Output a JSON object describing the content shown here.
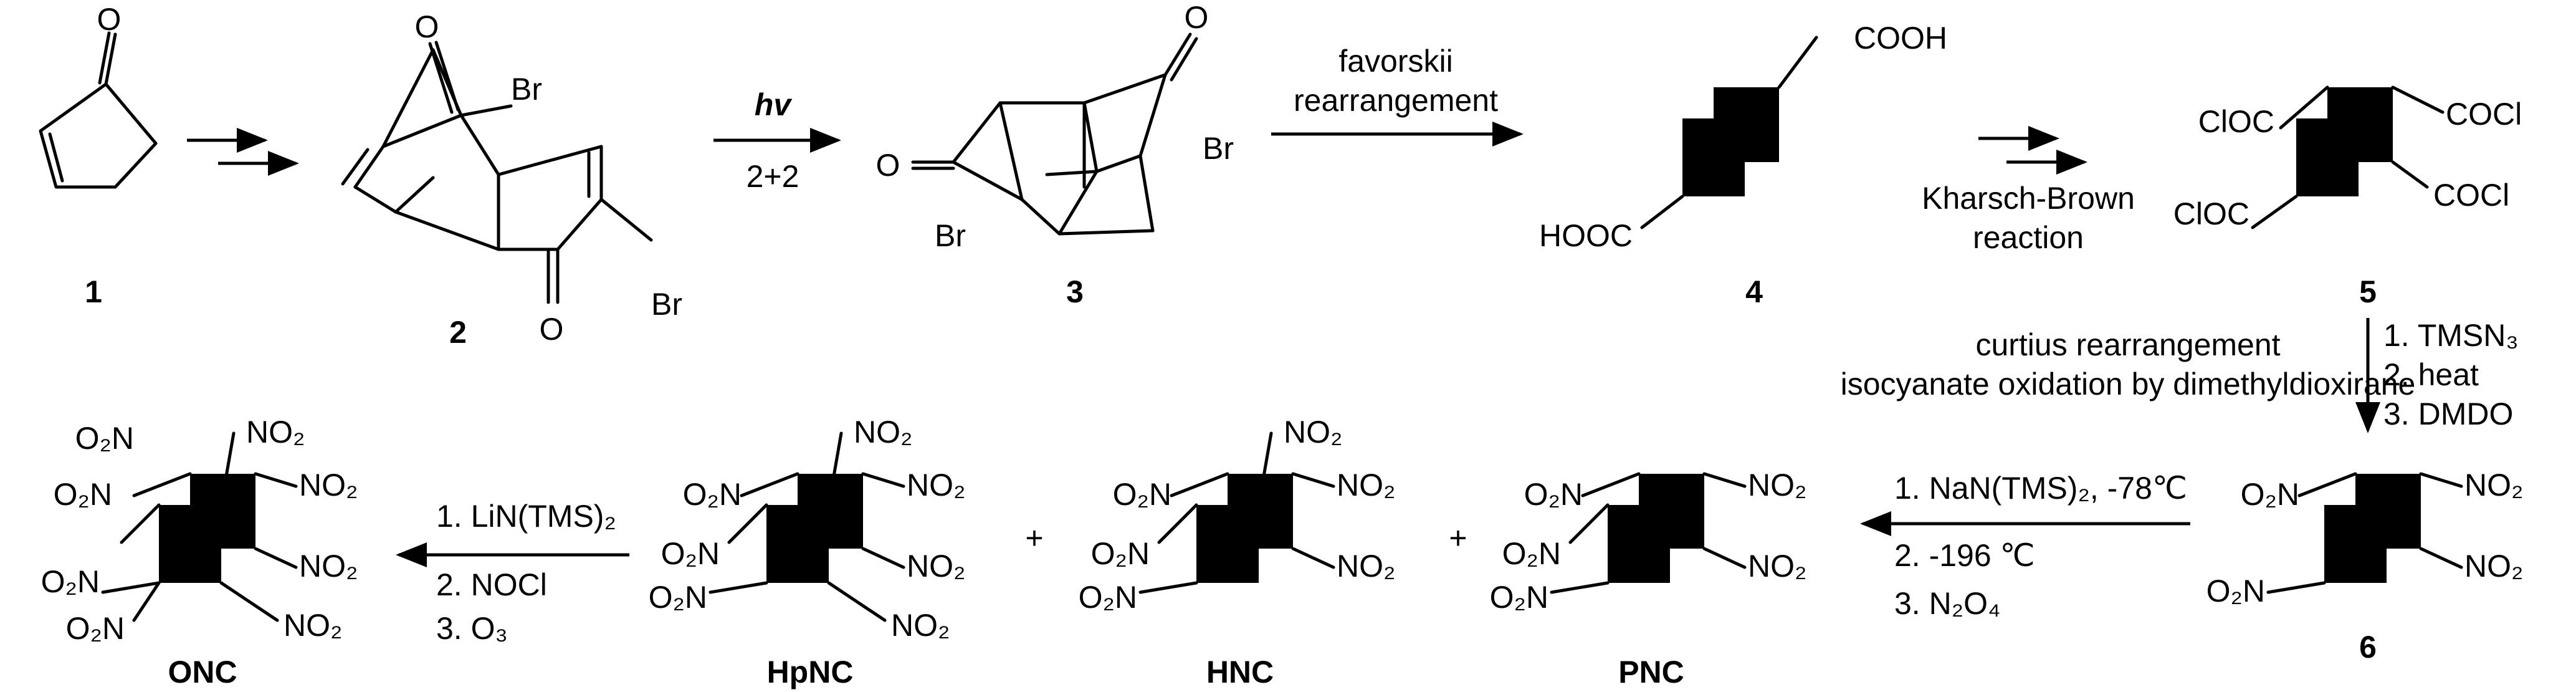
{
  "compounds": {
    "c1": {
      "number": "1",
      "atoms": {
        "o": "O"
      }
    },
    "c2": {
      "number": "2",
      "atoms": {
        "o_top": "O",
        "br_top": "Br",
        "o_bot": "O",
        "br_bot": "Br"
      }
    },
    "c3": {
      "number": "3",
      "atoms": {
        "o_top": "O",
        "br_right": "Br",
        "o_left": "O",
        "br_left": "Br"
      }
    },
    "c4": {
      "number": "4",
      "atoms": {
        "cooh_top": "COOH",
        "cooh_bot": "HOOC"
      }
    },
    "c5": {
      "number": "5",
      "atoms": {
        "cocl_tl": "ClOC",
        "cocl_tr": "COCl",
        "cocl_bl": "ClOC",
        "cocl_br": "COCl"
      }
    },
    "c6": {
      "number": "6"
    },
    "pnc": {
      "label": "PNC"
    },
    "hnc": {
      "label": "HNC"
    },
    "hpnc": {
      "label": "HpNC"
    },
    "onc": {
      "label": "ONC"
    }
  },
  "nitro": {
    "left": "O₂N",
    "right": "NO₂"
  },
  "arrows": {
    "a1": {
      "above": "",
      "below": ""
    },
    "a2": {
      "above": "hv",
      "below": "2+2"
    },
    "a3": {
      "above_1": "favorskii",
      "above_2": "rearrangement"
    },
    "a4": {
      "below_1": "Kharsch-Brown",
      "below_2": "reaction"
    },
    "a5": {
      "side_1": "1. TMSN₃",
      "side_2": "2. heat",
      "side_3": "3. DMDO",
      "left_1": "curtius rearrangement",
      "left_2": "isocyanate oxidation by dimethyldioxirane"
    },
    "a6": {
      "below_1": "1. NaN(TMS)₂, -78℃",
      "below_2": "2. -196 ℃",
      "below_3": "3. N₂O₄"
    },
    "a7": {
      "below_1": "1. LiN(TMS)₂",
      "below_2": "2. NOCl",
      "below_3": "3. O₃"
    }
  },
  "plus_signs": [
    "+",
    "+"
  ]
}
